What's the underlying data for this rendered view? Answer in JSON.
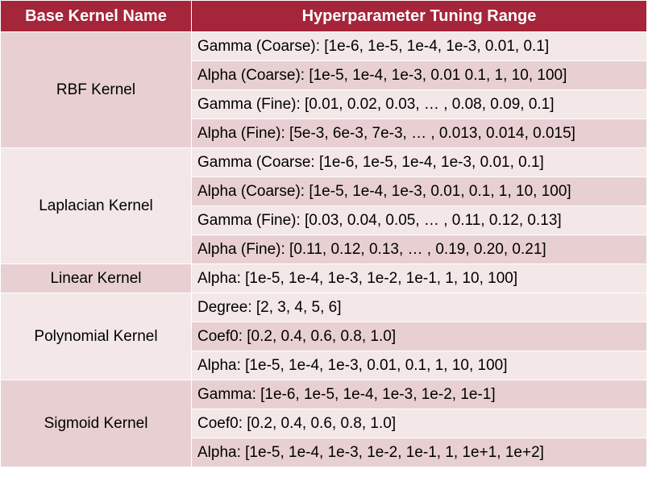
{
  "table": {
    "headers": [
      "Base Kernel Name",
      "Hyperparameter Tuning Range"
    ],
    "groups": [
      {
        "name": "RBF Kernel",
        "ranges": [
          "Gamma (Coarse): [1e-6, 1e-5, 1e-4, 1e-3, 0.01, 0.1]",
          "Alpha (Coarse): [1e-5, 1e-4, 1e-3, 0.01 0.1, 1, 10, 100]",
          "Gamma (Fine): [0.01, 0.02, 0.03, … , 0.08, 0.09, 0.1]",
          "Alpha (Fine): [5e-3, 6e-3, 7e-3, … , 0.013, 0.014, 0.015]"
        ]
      },
      {
        "name": "Laplacian Kernel",
        "ranges": [
          "Gamma (Coarse: [1e-6, 1e-5, 1e-4, 1e-3, 0.01, 0.1]",
          "Alpha (Coarse): [1e-5, 1e-4, 1e-3, 0.01, 0.1, 1, 10, 100]",
          "Gamma (Fine): [0.03, 0.04, 0.05, … , 0.11, 0.12, 0.13]",
          "Alpha (Fine): [0.11, 0.12, 0.13, … , 0.19, 0.20, 0.21]"
        ]
      },
      {
        "name": "Linear Kernel",
        "ranges": [
          "Alpha: [1e-5, 1e-4, 1e-3, 1e-2, 1e-1, 1, 10, 100]"
        ]
      },
      {
        "name": "Polynomial Kernel",
        "ranges": [
          "Degree: [2, 3, 4, 5, 6]",
          "Coef0: [0.2, 0.4, 0.6, 0.8, 1.0]",
          "Alpha: [1e-5, 1e-4, 1e-3, 0.01, 0.1, 1, 10, 100]"
        ]
      },
      {
        "name": "Sigmoid Kernel",
        "ranges": [
          "Gamma: [1e-6, 1e-5, 1e-4, 1e-3, 1e-2, 1e-1]",
          "Coef0: [0.2, 0.4, 0.6, 0.8, 1.0]",
          "Alpha: [1e-5, 1e-4, 1e-3, 1e-2, 1e-1, 1, 1e+1, 1e+2]"
        ]
      }
    ]
  },
  "colors": {
    "header_bg": "#a5253a",
    "header_text": "#ffffff",
    "row_dark": "#e8d0d2",
    "row_light": "#f3e7e8"
  }
}
